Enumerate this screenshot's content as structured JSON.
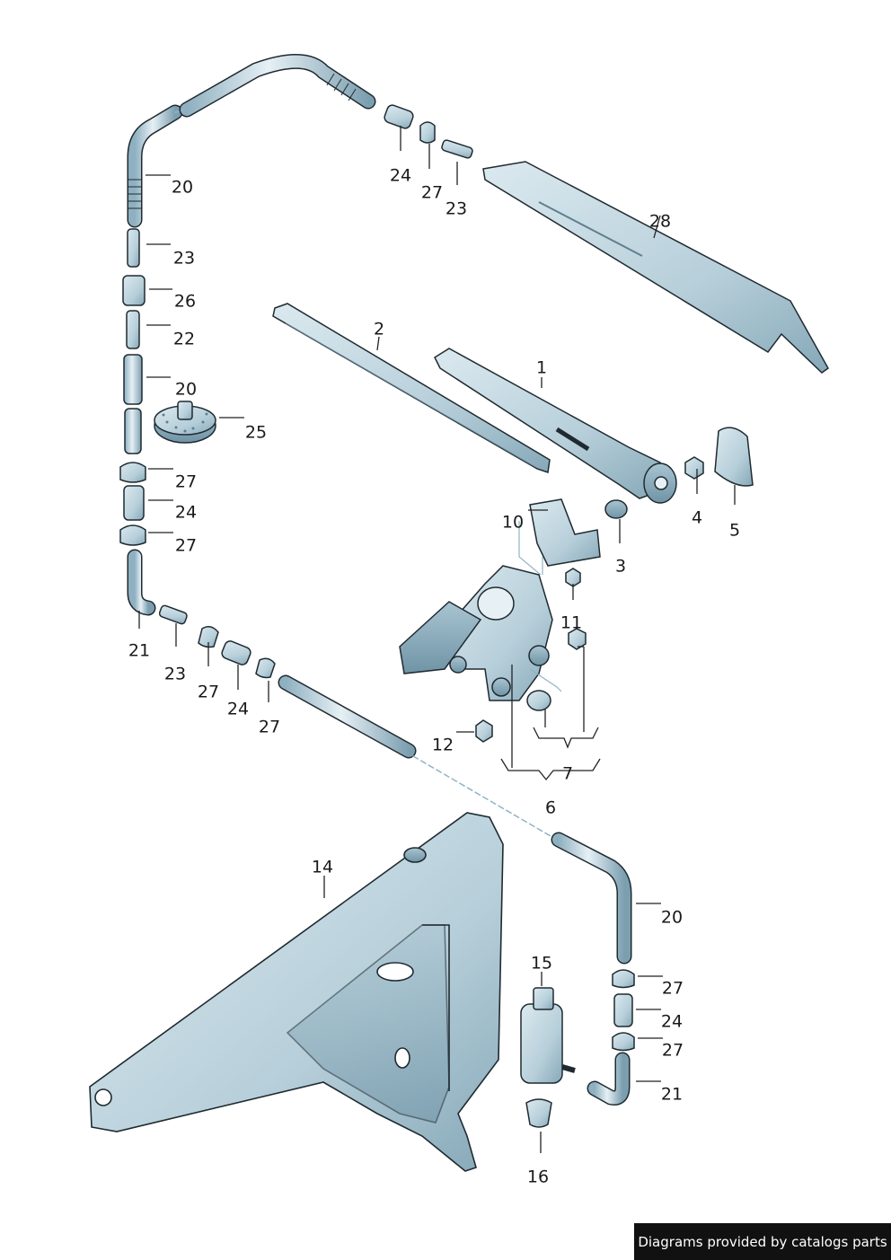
{
  "diagram": {
    "callouts": [
      {
        "id": "c20a",
        "text": "20"
      },
      {
        "id": "c24a",
        "text": "24"
      },
      {
        "id": "c27a",
        "text": "27"
      },
      {
        "id": "c23a",
        "text": "23"
      },
      {
        "id": "c28",
        "text": "28"
      },
      {
        "id": "c23b",
        "text": "23"
      },
      {
        "id": "c26",
        "text": "26"
      },
      {
        "id": "c22",
        "text": "22"
      },
      {
        "id": "c20b",
        "text": "20"
      },
      {
        "id": "c25",
        "text": "25"
      },
      {
        "id": "c27b",
        "text": "27"
      },
      {
        "id": "c24b",
        "text": "24"
      },
      {
        "id": "c27c",
        "text": "27"
      },
      {
        "id": "c2",
        "text": "2"
      },
      {
        "id": "c1",
        "text": "1"
      },
      {
        "id": "c4",
        "text": "4"
      },
      {
        "id": "c5",
        "text": "5"
      },
      {
        "id": "c10",
        "text": "10"
      },
      {
        "id": "c3",
        "text": "3"
      },
      {
        "id": "c11",
        "text": "11"
      },
      {
        "id": "c21a",
        "text": "21"
      },
      {
        "id": "c23c",
        "text": "23"
      },
      {
        "id": "c27d",
        "text": "27"
      },
      {
        "id": "c24c",
        "text": "24"
      },
      {
        "id": "c27e",
        "text": "27"
      },
      {
        "id": "c12",
        "text": "12"
      },
      {
        "id": "c7",
        "text": "7"
      },
      {
        "id": "c6",
        "text": "6"
      },
      {
        "id": "c14",
        "text": "14"
      },
      {
        "id": "c20c",
        "text": "20"
      },
      {
        "id": "c15",
        "text": "15"
      },
      {
        "id": "c27f",
        "text": "27"
      },
      {
        "id": "c24d",
        "text": "24"
      },
      {
        "id": "c27g",
        "text": "27"
      },
      {
        "id": "c21b",
        "text": "21"
      },
      {
        "id": "c16",
        "text": "16"
      }
    ]
  },
  "footer": {
    "credit": "Diagrams provided by catalogs parts"
  },
  "colors": {
    "part_fill": "#cfe0e8",
    "part_mid": "#aac6d3",
    "part_dark": "#7fa2b3",
    "outline": "#1f2a30",
    "leader": "#222222",
    "dash": "#8fb4c6"
  }
}
